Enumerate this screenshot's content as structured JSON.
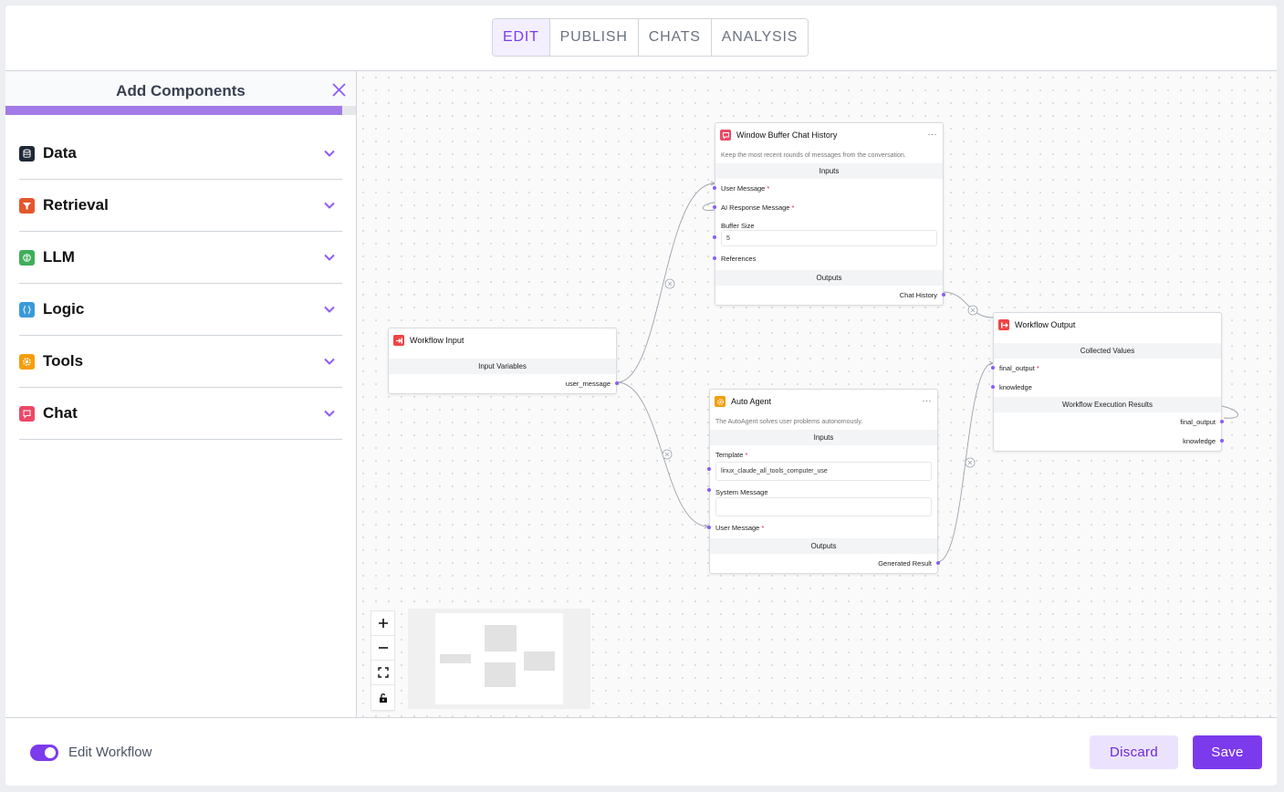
{
  "tabs": [
    {
      "label": "EDIT",
      "active": true
    },
    {
      "label": "PUBLISH",
      "active": false
    },
    {
      "label": "CHATS",
      "active": false
    },
    {
      "label": "ANALYSIS",
      "active": false
    }
  ],
  "sidebar": {
    "title": "Add Components",
    "progress": 0.96,
    "categories": [
      {
        "label": "Data",
        "icon": "database-icon",
        "color": "#1f2937"
      },
      {
        "label": "Retrieval",
        "icon": "funnel-icon",
        "color": "#e4572e"
      },
      {
        "label": "LLM",
        "icon": "brain-icon",
        "color": "#3fae5a"
      },
      {
        "label": "Logic",
        "icon": "braces-icon",
        "color": "#3b9ad9"
      },
      {
        "label": "Tools",
        "icon": "gear-icon",
        "color": "#f59e0b"
      },
      {
        "label": "Chat",
        "icon": "chat-bubble-icon",
        "color": "#ec4868"
      }
    ]
  },
  "nodes": {
    "workflow_input": {
      "title": "Workflow Input",
      "section": "Input Variables",
      "outputs": [
        "user_message"
      ]
    },
    "window_buffer": {
      "title": "Window Buffer Chat History",
      "description": "Keep the most recent rounds of messages from the conversation.",
      "inputs_label": "Inputs",
      "inputs": [
        "User Message",
        "AI Response Message"
      ],
      "buffer_size_label": "Buffer Size",
      "buffer_size_value": "5",
      "references_label": "References",
      "outputs_label": "Outputs",
      "outputs": [
        "Chat History"
      ]
    },
    "auto_agent": {
      "title": "Auto Agent",
      "description": "The AutoAgent solves user problems autonomously.",
      "inputs_label": "Inputs",
      "template_label": "Template",
      "template_value": "linux_claude_all_tools_computer_use",
      "system_message_label": "System Message",
      "system_message_value": "",
      "user_message_label": "User Message",
      "outputs_label": "Outputs",
      "outputs": [
        "Generated Result"
      ]
    },
    "workflow_output": {
      "title": "Workflow Output",
      "collected_label": "Collected Values",
      "collected": [
        "final_output",
        "knowledge"
      ],
      "results_label": "Workflow Execution Results",
      "results": [
        "final_output",
        "knowledge"
      ]
    }
  },
  "required_mark": "*",
  "menu_glyph": "···",
  "footer": {
    "toggle_label": "Edit Workflow",
    "toggle_on": true,
    "discard_label": "Discard",
    "save_label": "Save"
  },
  "colors": {
    "accent": "#7c3aed",
    "port": "#8b5cf6",
    "chat_node": "#ec4868",
    "io_node": "#ef4444",
    "tool_node": "#f59e0b"
  }
}
